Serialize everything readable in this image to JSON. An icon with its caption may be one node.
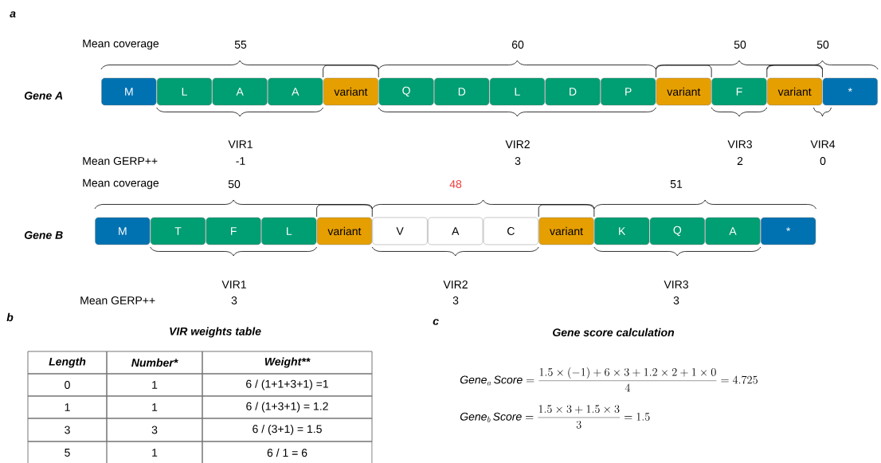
{
  "diagram": {
    "nodes": [
      {
        "text": [
          "M"
        ]
      },
      {
        "text": [
          "L"
        ]
      },
      {
        "text": [
          "A"
        ]
      },
      {
        "text": [
          "A"
        ]
      },
      {
        "text": [
          "variant"
        ]
      },
      {
        "text": [
          "Q"
        ]
      },
      {
        "text": [
          "D"
        ]
      },
      {
        "text": [
          "L"
        ]
      },
      {
        "text": [
          "D"
        ]
      },
      {
        "text": [
          "P"
        ]
      },
      {
        "text": [
          "variant"
        ]
      },
      {
        "text": [
          "F"
        ]
      },
      {
        "text": [
          "variant"
        ]
      },
      {
        "text": [
          "*"
        ]
      },
      {
        "text": [
          "M"
        ]
      },
      {
        "text": [
          "T"
        ]
      },
      {
        "text": [
          "F"
        ]
      },
      {
        "text": [
          "L"
        ]
      },
      {
        "text": [
          "variant"
        ]
      },
      {
        "text": [
          "V"
        ]
      },
      {
        "text": [
          "A"
        ]
      },
      {
        "text": [
          "C"
        ]
      },
      {
        "text": [
          "variant"
        ]
      },
      {
        "text": [
          "K"
        ]
      },
      {
        "text": [
          "Q"
        ]
      },
      {
        "text": [
          "A"
        ]
      },
      {
        "text": [
          "*"
        ]
      }
    ],
    "labels": [
      "a",
      "Mean coverage",
      "55",
      "60",
      "50",
      "50",
      "Gene A",
      "VIR1",
      "VIR2",
      "VIR3",
      "VIR4",
      "Mean GERP++",
      "-1",
      "3",
      "2",
      "0",
      "Mean coverage",
      "50",
      "48",
      "51",
      "Gene B",
      "VIR1",
      "VIR2",
      "VIR3",
      "Mean GERP++",
      "3",
      "3",
      "3",
      "b",
      "VIR weights table",
      "c",
      "Gene score calculation",
      "Length",
      "Number*",
      "Weight**",
      "0",
      "1",
      "6 / (1+1+3+1) =1",
      "1",
      "1",
      "6 / (1+3+1) = 1.2",
      "3",
      "3",
      "6 / (3+1) = 1.5",
      "5",
      "1",
      "6 / 1 = 6",
      "\\mathit{Gene}_a\\,\\mathit{Score}=\\frac{1.5\\times(-1)+6\\times 3+1.2\\times 2+1\\times 0}{4}=4.725",
      "\\mathit{Gene}_b\\,\\mathit{Score}=\\frac{1.5\\times 3+1.5\\times 3}{3}=1.5"
    ]
  }
}
